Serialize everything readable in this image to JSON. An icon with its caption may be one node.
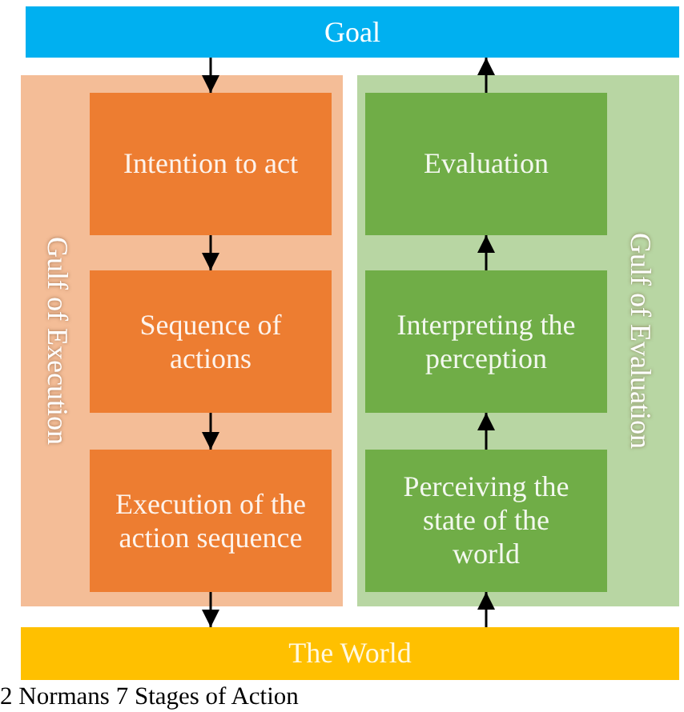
{
  "diagram": {
    "caption": "2 Normans 7 Stages of Action",
    "nodes": [
      {
        "text": [
          "Goal"
        ]
      },
      {
        "text": [
          "Gulf of Execution"
        ]
      },
      {
        "text": [
          "Intention to act"
        ],
        "in": 1
      },
      {
        "text": [
          "Sequence of actions"
        ],
        "in": 1
      },
      {
        "text": [
          "Execution of the action sequence"
        ],
        "in": 1
      },
      {
        "text": [
          "Gulf of Evaluation"
        ]
      },
      {
        "text": [
          "Evaluation"
        ],
        "in": 5
      },
      {
        "text": [
          "Interpreting the perception"
        ],
        "in": 5
      },
      {
        "text": [
          "Perceiving the state of the world"
        ],
        "in": 5
      },
      {
        "text": [
          "The World"
        ]
      }
    ],
    "edges": [
      {
        "from": 0,
        "to": 2,
        "arrow": "to"
      },
      {
        "from": 2,
        "to": 3,
        "arrow": "to"
      },
      {
        "from": 3,
        "to": 4,
        "arrow": "to"
      },
      {
        "from": 4,
        "to": 9,
        "arrow": "to"
      },
      {
        "from": 9,
        "to": 8,
        "arrow": "to"
      },
      {
        "from": 8,
        "to": 7,
        "arrow": "to"
      },
      {
        "from": 7,
        "to": 6,
        "arrow": "to"
      },
      {
        "from": 6,
        "to": 0,
        "arrow": "to"
      }
    ]
  }
}
